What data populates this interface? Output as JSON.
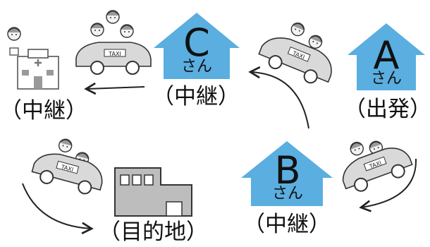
{
  "houses": {
    "a": {
      "letter": "A",
      "suffix": "さん",
      "role": "（出発）"
    },
    "b": {
      "letter": "B",
      "suffix": "さん",
      "role": "（中継）"
    },
    "c": {
      "letter": "C",
      "suffix": "さん",
      "role": "（中継）"
    }
  },
  "hospital": {
    "role": "（中継）"
  },
  "destination": {
    "role": "（目的地）"
  },
  "taxi_sign": "TAXI",
  "colors": {
    "house_blue": "#5aaee0",
    "outline": "#222222",
    "taxi_gray": "#d9d9d9",
    "building_gray": "#bdbdbd"
  }
}
